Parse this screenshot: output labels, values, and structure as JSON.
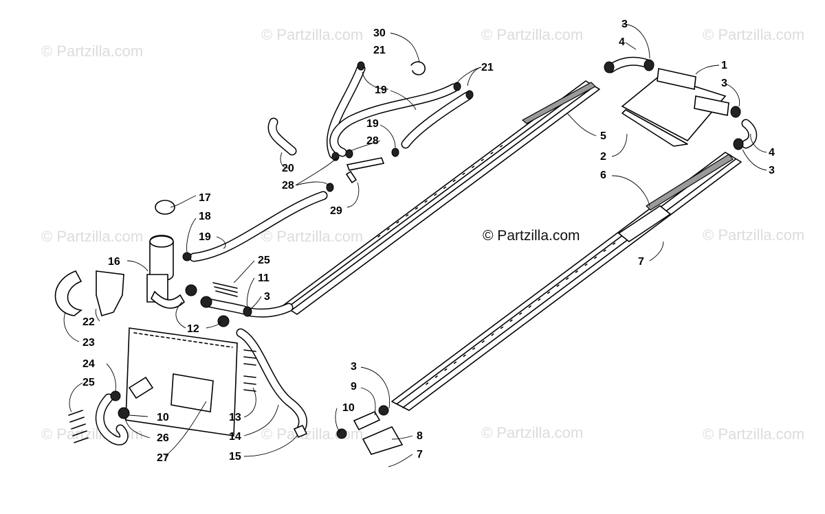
{
  "watermark": {
    "brand": "© Partzilla.com",
    "main": "© Partzilla.com"
  },
  "callouts": [
    {
      "id": "c-30",
      "text": "30"
    },
    {
      "id": "c-21a",
      "text": "21"
    },
    {
      "id": "c-21b",
      "text": "21"
    },
    {
      "id": "c-19a",
      "text": "19"
    },
    {
      "id": "c-19b",
      "text": "19"
    },
    {
      "id": "c-28a",
      "text": "28"
    },
    {
      "id": "c-20",
      "text": "20"
    },
    {
      "id": "c-28b",
      "text": "28"
    },
    {
      "id": "c-29",
      "text": "29"
    },
    {
      "id": "c-17",
      "text": "17"
    },
    {
      "id": "c-18",
      "text": "18"
    },
    {
      "id": "c-19c",
      "text": "19"
    },
    {
      "id": "c-16",
      "text": "16"
    },
    {
      "id": "c-25a",
      "text": "25"
    },
    {
      "id": "c-11",
      "text": "11"
    },
    {
      "id": "c-3a",
      "text": "3"
    },
    {
      "id": "c-12",
      "text": "12"
    },
    {
      "id": "c-22",
      "text": "22"
    },
    {
      "id": "c-23",
      "text": "23"
    },
    {
      "id": "c-24",
      "text": "24"
    },
    {
      "id": "c-25b",
      "text": "25"
    },
    {
      "id": "c-10a",
      "text": "10"
    },
    {
      "id": "c-26",
      "text": "26"
    },
    {
      "id": "c-27",
      "text": "27"
    },
    {
      "id": "c-13",
      "text": "13"
    },
    {
      "id": "c-14",
      "text": "14"
    },
    {
      "id": "c-15",
      "text": "15"
    },
    {
      "id": "c-3b",
      "text": "3"
    },
    {
      "id": "c-9",
      "text": "9"
    },
    {
      "id": "c-10b",
      "text": "10"
    },
    {
      "id": "c-8",
      "text": "8"
    },
    {
      "id": "c-7a",
      "text": "7"
    },
    {
      "id": "c-3c",
      "text": "3"
    },
    {
      "id": "c-4a",
      "text": "4"
    },
    {
      "id": "c-1",
      "text": "1"
    },
    {
      "id": "c-3d",
      "text": "3"
    },
    {
      "id": "c-5",
      "text": "5"
    },
    {
      "id": "c-2",
      "text": "2"
    },
    {
      "id": "c-4b",
      "text": "4"
    },
    {
      "id": "c-3e",
      "text": "3"
    },
    {
      "id": "c-6",
      "text": "6"
    },
    {
      "id": "c-7b",
      "text": "7"
    }
  ]
}
